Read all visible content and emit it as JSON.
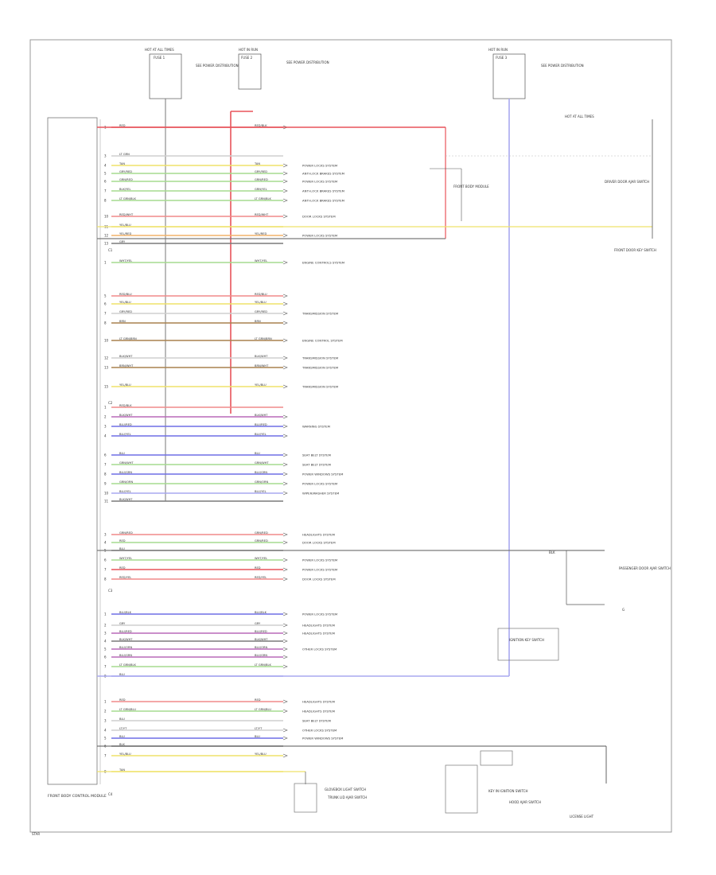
{
  "colors": {
    "red": "#e8535a",
    "pink": "#f08a8a",
    "yellow": "#efe26a",
    "green": "#a6dc8f",
    "blue": "#6f6fe6",
    "purple": "#b86ab8",
    "orange": "#f2b36a",
    "gray": "#7a7a7a",
    "lightblue": "#a8a8f0",
    "brown": "#a8814f",
    "black": "#222222",
    "white": "#cfcfcf"
  },
  "fuses": [
    {
      "name": "HOT AT ALL TIMES",
      "box": "FUSE 1",
      "note": "SEE POWER DISTRIBUTION"
    },
    {
      "name": "HOT IN RUN",
      "box": "FUSE 2",
      "note": "SEE POWER DISTRIBUTION"
    },
    {
      "name": "HOT IN RUN",
      "box": "FUSE 3",
      "note": "SEE POWER DISTRIBUTION"
    }
  ],
  "module": {
    "label": "FRONT BODY CONTROL MODULE"
  },
  "connectors": [
    "C1",
    "C2",
    "C3",
    "C4"
  ],
  "wires": [
    {
      "pin": "1",
      "color": "RED",
      "line": "red",
      "end": "RED/BLK",
      "system": ""
    },
    {
      "pin": "3",
      "color": "LT GRN",
      "line": "white",
      "end": "",
      "system": ""
    },
    {
      "pin": "4",
      "color": "TAN",
      "line": "yellow",
      "end": "TAN",
      "system": "POWER LOCKS SYSTEM"
    },
    {
      "pin": "5",
      "color": "GRY/RED",
      "line": "green",
      "end": "GRY/RED",
      "system": "ANTI-LOCK BRAKES SYSTEM"
    },
    {
      "pin": "6",
      "color": "GRN/RED",
      "line": "green",
      "end": "GRN/RED",
      "system": "POWER LOCKS SYSTEM"
    },
    {
      "pin": "7",
      "color": "BLK/YEL",
      "line": "green",
      "end": "GRN/YEL",
      "system": "ANTI-LOCK BRAKES SYSTEM"
    },
    {
      "pin": "8",
      "color": "LT GRN/BLK",
      "line": "green",
      "end": "LT GRN/BLK",
      "system": "ANTI-LOCK BRAKES SYSTEM"
    },
    {
      "pin": "10",
      "color": "RED/WHT",
      "line": "pink",
      "end": "RED/WHT",
      "system": "DOOR LOCKS SYSTEM"
    },
    {
      "pin": "11",
      "color": "YEL/BLU",
      "line": "yellow",
      "end": "",
      "system": ""
    },
    {
      "pin": "12",
      "color": "YEL/RED",
      "line": "orange",
      "end": "YEL/RED",
      "system": "POWER LOCKS SYSTEM"
    },
    {
      "pin": "13",
      "color": "GRY",
      "line": "gray",
      "end": "",
      "system": ""
    },
    {
      "pin": "1",
      "color": "WHT/YEL",
      "line": "green",
      "end": "WHT/YEL",
      "system": "ENGINE CONTROLS SYSTEM"
    },
    {
      "pin": "5",
      "color": "RED/BLU",
      "line": "pink",
      "end": "RED/BLU",
      "system": ""
    },
    {
      "pin": "6",
      "color": "YEL/BLU",
      "line": "yellow",
      "end": "YEL/BLU",
      "system": ""
    },
    {
      "pin": "7",
      "color": "GRY/RED",
      "line": "white",
      "end": "GRY/RED",
      "system": "TRANSMISSION SYSTEM"
    },
    {
      "pin": "8",
      "color": "BRN",
      "line": "brown",
      "end": "BRN",
      "system": ""
    },
    {
      "pin": "10",
      "color": "LT GRN/BRN",
      "line": "brown",
      "end": "LT GRN/BRN",
      "system": "ENGINE CONTROL SYSTEM"
    },
    {
      "pin": "12",
      "color": "BLK/WHT",
      "line": "white",
      "end": "BLK/WHT",
      "system": "TRANSMISSION SYSTEM"
    },
    {
      "pin": "13",
      "color": "BRN/WHT",
      "line": "brown",
      "end": "BRN/WHT",
      "system": "TRANSMISSION SYSTEM"
    },
    {
      "pin": "15",
      "color": "YEL/BLU",
      "line": "yellow",
      "end": "YEL/BLU",
      "system": "TRANSMISSION SYSTEM"
    },
    {
      "pin": "1",
      "color": "RED/BLK",
      "line": "pink",
      "end": "",
      "system": ""
    },
    {
      "pin": "2",
      "color": "BLK/WHT",
      "line": "purple",
      "end": "BLK/WHT",
      "system": ""
    },
    {
      "pin": "3",
      "color": "BLU/RED",
      "line": "blue",
      "end": "BLU/RED",
      "system": "WARNING SYSTEM"
    },
    {
      "pin": "4",
      "color": "BLU/YEL",
      "line": "blue",
      "end": "BLU/YEL",
      "system": ""
    },
    {
      "pin": "6",
      "color": "BLU",
      "line": "blue",
      "end": "BLU",
      "system": "SEAT BELT SYSTEM"
    },
    {
      "pin": "7",
      "color": "GRN/WHT",
      "line": "green",
      "end": "GRN/WHT",
      "system": "SEAT BELT SYSTEM"
    },
    {
      "pin": "8",
      "color": "BLU/GRN",
      "line": "blue",
      "end": "BLU/GRN",
      "system": "POWER WINDOWS SYSTEM"
    },
    {
      "pin": "9",
      "color": "GRN/ORN",
      "line": "green",
      "end": "GRN/ORN",
      "system": "POWER LOCKS SYSTEM"
    },
    {
      "pin": "10",
      "color": "BLU/YEL",
      "line": "lightblue",
      "end": "BLU/YEL",
      "system": "WIPER/WASHER SYSTEM"
    },
    {
      "pin": "11",
      "color": "BLK/WHT",
      "line": "gray",
      "end": "",
      "system": ""
    },
    {
      "pin": "3",
      "color": "GRN/RED",
      "line": "pink",
      "end": "GRN/RED",
      "system": "HEADLIGHTS SYSTEM"
    },
    {
      "pin": "4",
      "color": "RED",
      "line": "green",
      "end": "GRN/RED",
      "system": "DOOR LOCKS SYSTEM"
    },
    {
      "pin": "5",
      "color": "BLU",
      "line": "gray",
      "end": "",
      "system": ""
    },
    {
      "pin": "6",
      "color": "WHT/YEL",
      "line": "green",
      "end": "WHT/YEL",
      "system": "POWER LOCKS SYSTEM"
    },
    {
      "pin": "7",
      "color": "RED",
      "line": "red",
      "end": "RED",
      "system": "POWER LOCKS SYSTEM"
    },
    {
      "pin": "8",
      "color": "RED/YEL",
      "line": "pink",
      "end": "RED/YEL",
      "system": "DOOR LOCKS SYSTEM"
    },
    {
      "pin": "1",
      "color": "BLU/BLK",
      "line": "blue",
      "end": "BLU/BLK",
      "system": "POWER LOCKS SYSTEM"
    },
    {
      "pin": "2",
      "color": "GRY",
      "line": "white",
      "end": "GRY",
      "system": "HEADLIGHTS SYSTEM"
    },
    {
      "pin": "3",
      "color": "BLU/RED",
      "line": "purple",
      "end": "BLU/RED",
      "system": "HEADLIGHTS SYSTEM"
    },
    {
      "pin": "4",
      "color": "BLK/WHT",
      "line": "gray",
      "end": "BLK/WHT",
      "system": ""
    },
    {
      "pin": "5",
      "color": "BLU/ORN",
      "line": "purple",
      "end": "BLU/ORN",
      "system": "OTHER LOCKS SYSTEM"
    },
    {
      "pin": "6",
      "color": "BLU/GRN",
      "line": "purple",
      "end": "BLU/GRN",
      "system": ""
    },
    {
      "pin": "7",
      "color": "LT GRN/BLK",
      "line": "green",
      "end": "LT GRN/BLK",
      "system": ""
    },
    {
      "pin": "8",
      "color": "BLU",
      "line": "lightblue",
      "end": "",
      "system": ""
    },
    {
      "pin": "1",
      "color": "RED",
      "line": "pink",
      "end": "RED",
      "system": "HEADLIGHTS SYSTEM"
    },
    {
      "pin": "2",
      "color": "LT GRN/BLU",
      "line": "green",
      "end": "LT GRN/BLU",
      "system": "HEADLIGHTS SYSTEM"
    },
    {
      "pin": "3",
      "color": "BLU",
      "line": "white",
      "end": "",
      "system": "SEAT BELT SYSTEM"
    },
    {
      "pin": "4",
      "color": "LT/YT",
      "line": "white",
      "end": "LT/YT",
      "system": "OTHER LOCKS SYSTEM"
    },
    {
      "pin": "5",
      "color": "BLU",
      "line": "blue",
      "end": "BLU",
      "system": "POWER WINDOWS SYSTEM"
    },
    {
      "pin": "6",
      "color": "BLK",
      "line": "gray",
      "end": "",
      "system": ""
    },
    {
      "pin": "7",
      "color": "YEL/BLU",
      "line": "yellow",
      "end": "YEL/BLU",
      "system": ""
    },
    {
      "pin": "8",
      "color": "TAN",
      "line": "yellow",
      "end": "",
      "system": ""
    }
  ],
  "right_side": {
    "fuse_label": "HOT AT ALL TIMES",
    "switch_label": "DRIVER DOOR AJAR SWITCH",
    "front_door_label": "FRONT DOOR KEY SWITCH",
    "trunk_label": "FRONT BODY MODULE",
    "bus_connector": "BLK",
    "passenger_label": "PASSENGER DOOR AJAR SWITCH",
    "ground_label": "G",
    "key_switch_label": "IGNITION KEY SWITCH",
    "hood_label": "HOOD AJAR SWITCH",
    "trunk_lid_label": "TRUNK LID AJAR SWITCH",
    "bottom_left_label": "GLOVEBOX LIGHT SWITCH",
    "bottom_mid_label": "KEY IN IGNITION SWITCH",
    "bottom_right_label": "LICENSE LIGHT"
  },
  "footer": {
    "code": "STAR"
  }
}
